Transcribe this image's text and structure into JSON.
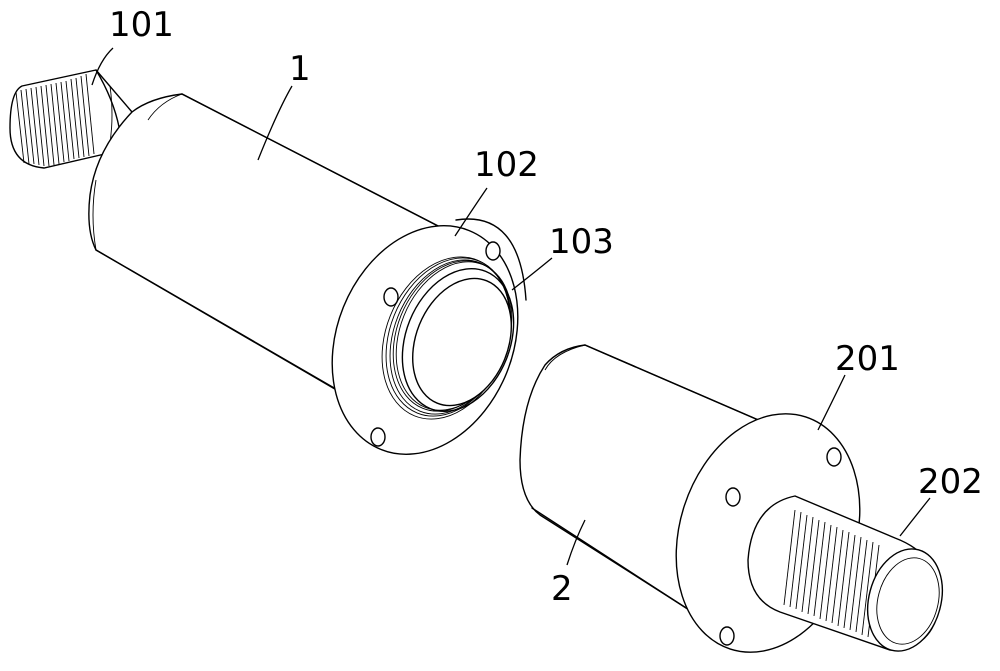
{
  "labels": {
    "part_1": "1",
    "part_101": "101",
    "part_102": "102",
    "part_103": "103",
    "part_2": "2",
    "part_201": "201",
    "part_202": "202"
  }
}
